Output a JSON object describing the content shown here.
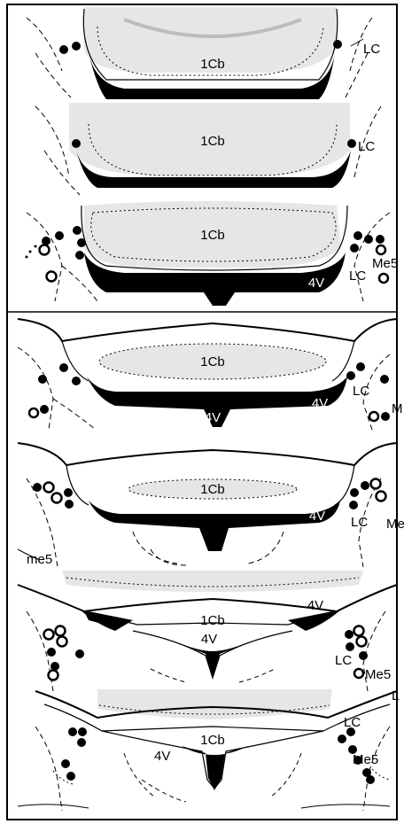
{
  "colors": {
    "ink": "#000000",
    "cerebellum_fill": "#e6e6e6",
    "background": "#ffffff"
  },
  "sections": [
    {
      "cb": "1Cb",
      "lc_right": "LC"
    },
    {
      "cb": "1Cb",
      "lc_right": "LC"
    },
    {
      "cb": "1Cb",
      "ventricle": "4V",
      "lc_right": "LC",
      "me5_right": "Me5"
    },
    {
      "cb": "1Cb",
      "ventricle": "4V",
      "lc_right": "LC",
      "edge_right": "M"
    },
    {
      "cb": "1Cb",
      "ventricle": "4V",
      "lc_right": "LC",
      "me5_right": "Me",
      "tract_left": "me5"
    },
    {
      "cb": "1Cb",
      "ventricle": "4V",
      "ventricle_top": "4V",
      "lc_right": "LC",
      "me5_right": "Me5",
      "edge_right": "L"
    },
    {
      "cb": "1Cb",
      "ventricle": "4V",
      "lc_right": "LC",
      "me5_right": "Me5"
    }
  ]
}
